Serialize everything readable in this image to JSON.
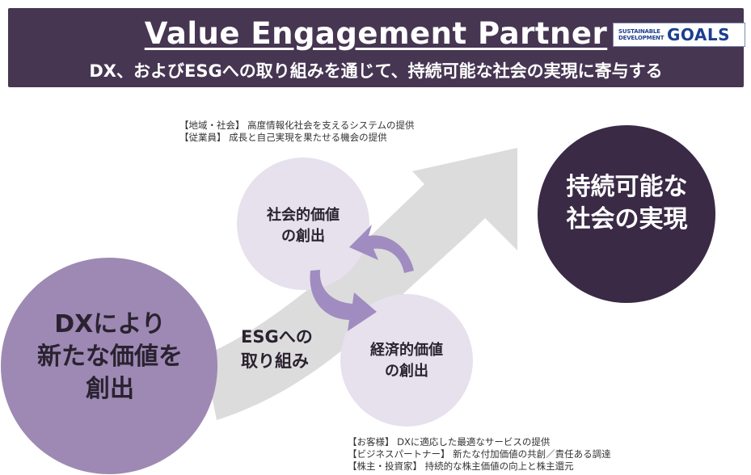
{
  "header": {
    "title": "Value Engagement Partner",
    "subtitle": "DX、およびESGへの取り組みを通じて、持続可能な社会の実現に寄与する",
    "sdg_logo": {
      "line1": "SUSTAINABLE",
      "line2": "DEVELOPMENT",
      "goals": "GOALS"
    }
  },
  "notes_top": [
    "【地域・社会】 高度情報化社会を支えるシステムの提供",
    "【従業員】 成長と自己実現を果たせる機会の提供"
  ],
  "notes_bottom": [
    "【お客様】 DXに適応した最適なサービスの提供",
    "【ビジネスパートナー】 新たな付加価値の共創／責任ある調達",
    "【株主・投資家】 持続的な株主価値の向上と株主還元"
  ],
  "circles": {
    "sustainable": [
      "持続可能な",
      "社会の実現"
    ],
    "dx": [
      "DXにより",
      "新たな価値を",
      "創出"
    ],
    "social_value": [
      "社会的価値",
      "の創出"
    ],
    "economic_value": [
      "経済的価値",
      "の創出"
    ]
  },
  "arrow_label": [
    "ESGへの",
    "取り組み"
  ],
  "colors": {
    "banner": "#463652",
    "sustainable_circle": "#3a2a45",
    "dx_circle": "#9d89b3",
    "value_circle": "#e6e1ed",
    "cycle_arrows": "#a08cc0",
    "big_arrow": "#dcdcdc"
  }
}
